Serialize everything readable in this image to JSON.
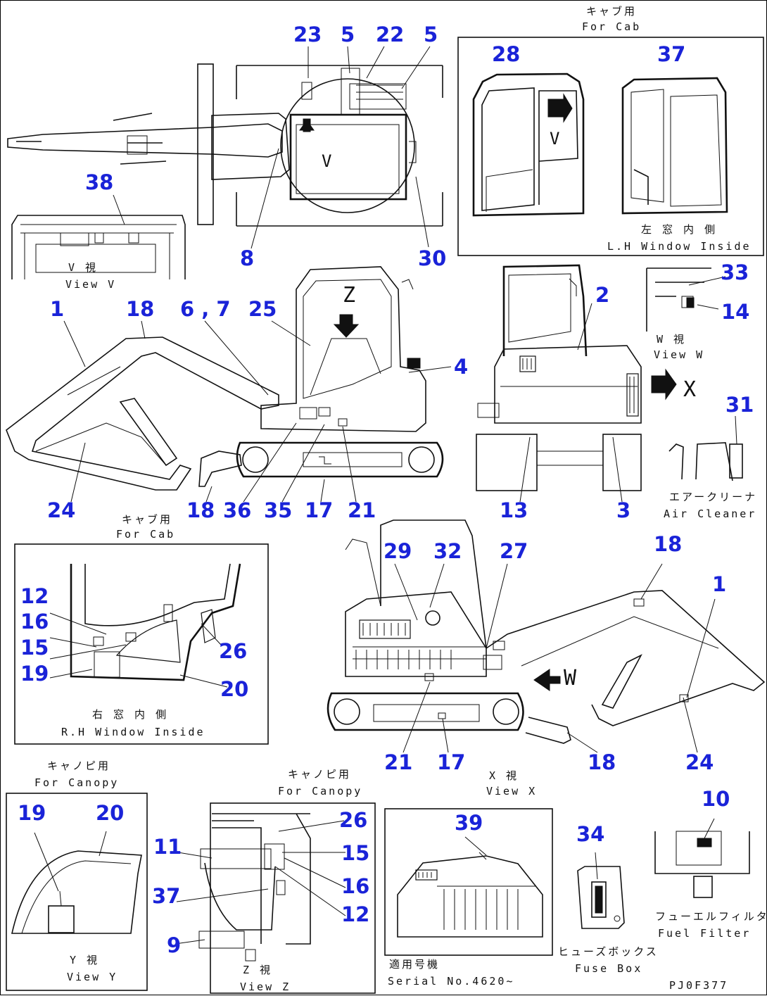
{
  "labels": {
    "n23": "23",
    "n5a": "5",
    "n22": "22",
    "n5b": "5",
    "n28": "28",
    "n37a": "37",
    "n38": "38",
    "n8": "8",
    "n30": "30",
    "n1a": "1",
    "n18a": "18",
    "n6_7": "6 , 7",
    "n25": "25",
    "n4": "4",
    "n2": "2",
    "n33": "33",
    "n14": "14",
    "n31": "31",
    "n24a": "24",
    "n18b": "18",
    "n36": "36",
    "n35": "35",
    "n17a": "17",
    "n21a": "21",
    "n13": "13",
    "n3": "3",
    "n29": "29",
    "n32": "32",
    "n27": "27",
    "n18c": "18",
    "n1b": "1",
    "n12a": "12",
    "n16a": "16",
    "n15a": "15",
    "n19a": "19",
    "n26a": "26",
    "n20a": "20",
    "n21b": "21",
    "n17b": "17",
    "n18d": "18",
    "n24b": "24",
    "n10": "10",
    "n39": "39",
    "n19b": "19",
    "n20b": "20",
    "n26b": "26",
    "n11": "11",
    "n15b": "15",
    "n16b": "16",
    "n37b": "37",
    "n12b": "12",
    "n9": "9",
    "n34": "34"
  },
  "captions": {
    "for_cab_top_jp": "キャブ用",
    "for_cab_top_en": "For Cab",
    "lh_window_jp": "左 窓 内 側",
    "lh_window_en": "L.H  Window  Inside",
    "view_v_jp": "V  視",
    "view_v_en": "View V",
    "view_w_jp": "W  視",
    "view_w_en": "View W",
    "air_cleaner_jp": "エアークリーナ",
    "air_cleaner_en": "Air Cleaner",
    "for_cab_mid_jp": "キャブ用",
    "for_cab_mid_en": "For Cab",
    "rh_window_jp": "右 窓 内 側",
    "rh_window_en": "R.H  Window  Inside",
    "view_x_jp": "X  視",
    "view_x_en": "View X",
    "for_canopy_a_jp": "キャノピ用",
    "for_canopy_a_en": "For Canopy",
    "for_canopy_b_jp": "キャノピ用",
    "for_canopy_b_en": "For Canopy",
    "view_y_jp": "Y  視",
    "view_y_en": "View Y",
    "view_z_jp": "Z  視",
    "view_z_en": "View Z",
    "serial_jp": "適用号機",
    "serial_en": "Serial No.4620~",
    "fuse_box_jp": "ヒューズボックス",
    "fuse_box_en": "Fuse Box",
    "fuel_filter_jp": "フューエルフィルタ",
    "fuel_filter_en": "Fuel Filter",
    "drawing_code": "PJ0F377"
  },
  "view_letters": {
    "v_cab": "V",
    "v_top": "V",
    "w": "W",
    "x": "X",
    "z": "Z"
  },
  "colors": {
    "callout": "#1a23d8",
    "line": "#111111",
    "background": "#ffffff"
  }
}
